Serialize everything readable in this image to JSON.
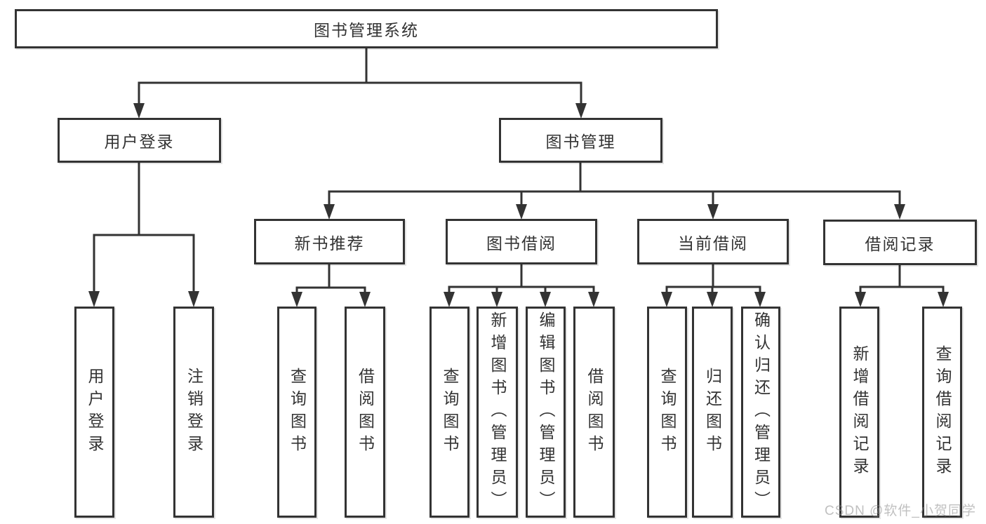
{
  "root": {
    "label": "图书管理系统"
  },
  "level2": [
    {
      "id": "user-login",
      "label": "用户登录",
      "parent": "root"
    },
    {
      "id": "book-management",
      "label": "图书管理",
      "parent": "root"
    }
  ],
  "level3": [
    {
      "id": "new-book-recommend",
      "label": "新书推荐",
      "parent": "book-management"
    },
    {
      "id": "book-borrow",
      "label": "图书借阅",
      "parent": "book-management"
    },
    {
      "id": "current-borrow",
      "label": "当前借阅",
      "parent": "book-management"
    },
    {
      "id": "borrow-record",
      "label": "借阅记录",
      "parent": "book-management"
    }
  ],
  "leaves": [
    {
      "label": "用户登录",
      "parent": "user-login"
    },
    {
      "label": "注销登录",
      "parent": "user-login"
    },
    {
      "label": "查询图书",
      "parent": "new-book-recommend"
    },
    {
      "label": "借阅图书",
      "parent": "new-book-recommend"
    },
    {
      "label": "查询图书",
      "parent": "book-borrow"
    },
    {
      "label": "新增图书（管理员）",
      "parent": "book-borrow"
    },
    {
      "label": "编辑图书（管理员）",
      "parent": "book-borrow"
    },
    {
      "label": "借阅图书",
      "parent": "book-borrow"
    },
    {
      "label": "查询图书",
      "parent": "current-borrow"
    },
    {
      "label": "归还图书",
      "parent": "current-borrow"
    },
    {
      "label": "确认归还（管理员）",
      "parent": "current-borrow"
    },
    {
      "label": "新增借阅记录",
      "parent": "borrow-record"
    },
    {
      "label": "查询借阅记录",
      "parent": "borrow-record"
    }
  ],
  "watermark": {
    "text": "CSDN @软件_小贺同学"
  },
  "colors": {
    "line": "#333333",
    "box_border": "#333333",
    "box_fill": "#ffffff",
    "text": "#333333",
    "watermark": "#bdbdbd"
  }
}
